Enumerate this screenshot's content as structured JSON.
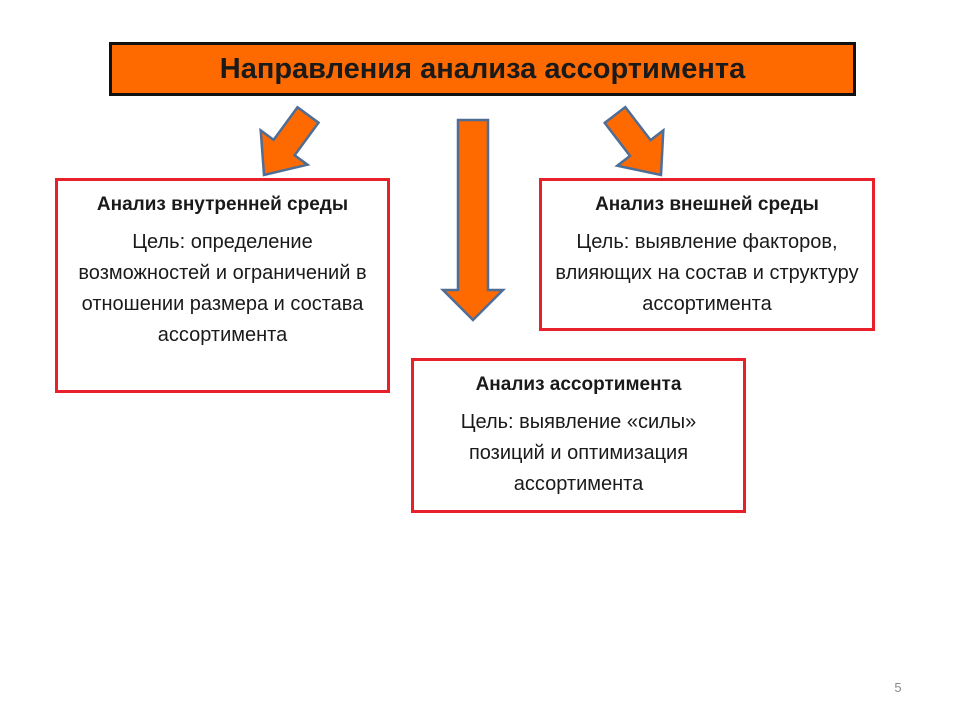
{
  "slide": {
    "title": "Направления анализа ассортимента",
    "page_number": "5"
  },
  "boxes": {
    "internal": {
      "heading": "Анализ внутренней среды",
      "text": "Цель: определение возможностей и ограничений в отношении размера и состава ассортимента"
    },
    "external": {
      "heading": "Анализ внешней среды",
      "text": "Цель: выявление факторов, влияющих на состав и структуру ассортимента"
    },
    "assortment": {
      "heading": "Анализ ассортимента",
      "text": "Цель: выявление «силы» позиций и оптимизация ассортимента"
    }
  },
  "colors": {
    "title_fill": "#ff6a00",
    "title_border": "#111111",
    "box_border": "#e8202a",
    "arrow_fill": "#ff6a00",
    "arrow_stroke": "#4f6d95"
  }
}
